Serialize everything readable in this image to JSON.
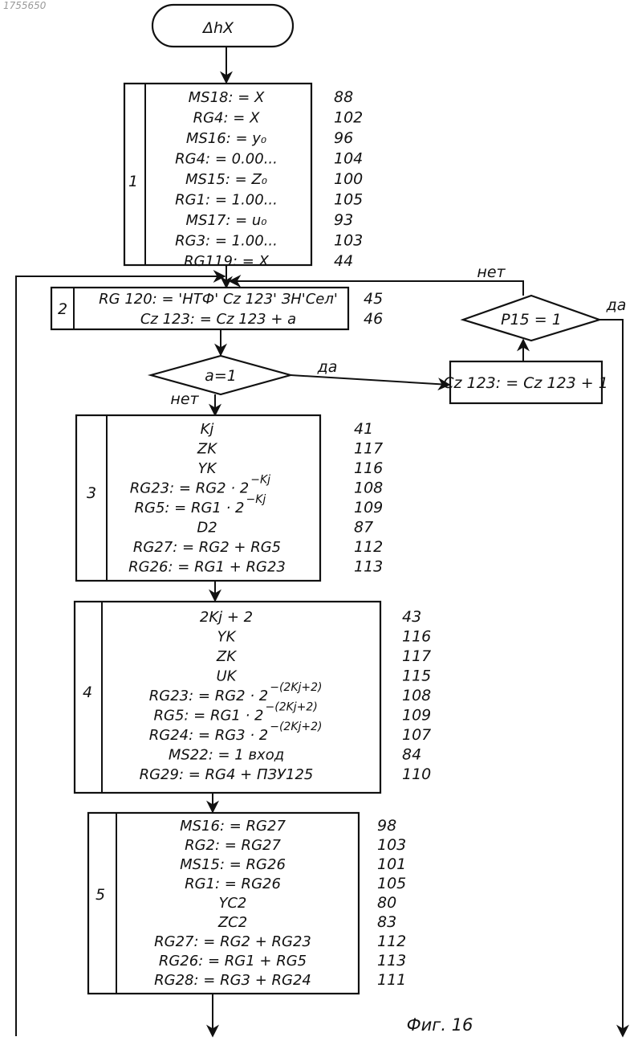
{
  "header_fragment": "1755650",
  "start": "ΔhX",
  "blocks": {
    "b1": {
      "number": "1",
      "lines": [
        "MS18: = X",
        "RG4: = X",
        "MS16: = y₀",
        "RG4: = 0.00...",
        "MS15: = Z₀",
        "RG1: = 1.00...",
        "MS17: = u₀",
        "RG3: = 1.00...",
        "RG119: = X"
      ],
      "refs": [
        "88",
        "102",
        "96",
        "104",
        "100",
        "105",
        "93",
        "103",
        "44"
      ]
    },
    "b2": {
      "number": "2",
      "lines": [
        "RG 120: = 'НТФ' Cz 123' ЗН'Сел'",
        "Cz 123: = Cz 123 + a"
      ],
      "refs": [
        "45",
        "46"
      ]
    },
    "b3": {
      "number": "3",
      "lines": [
        "Kj",
        "ZK",
        "YK",
        "RG23: = RG2 · 2",
        "RG5: = RG1 · 2",
        "D2",
        "RG27: = RG2 + RG5",
        "RG26: = RG1 + RG23"
      ],
      "exps": [
        "−Kj",
        "−Kj"
      ],
      "refs": [
        "41",
        "117",
        "116",
        "108",
        "109",
        "87",
        "112",
        "113"
      ]
    },
    "b4": {
      "number": "4",
      "lines": [
        "2Kj + 2",
        "YK",
        "ZK",
        "UK",
        "RG23: = RG2 · 2",
        "RG5: = RG1 · 2",
        "RG24: = RG3 · 2",
        "MS22: = 1 вход",
        "RG29: = RG4 + ПЗУ125"
      ],
      "exps": [
        "−(2Kj+2)",
        "−(2Kj+2)",
        "−(2Kj+2)"
      ],
      "refs": [
        "43",
        "116",
        "117",
        "115",
        "108",
        "109",
        "107",
        "84",
        "110"
      ]
    },
    "b5": {
      "number": "5",
      "lines": [
        "MS16: = RG27",
        "RG2: = RG27",
        "MS15: = RG26",
        "RG1: = RG26",
        "YC2",
        "ZC2",
        "RG27: = RG2 + RG23",
        "RG26: = RG1 + RG5",
        "RG28: = RG3 + RG24"
      ],
      "refs": [
        "98",
        "103",
        "101",
        "105",
        "80",
        "83",
        "112",
        "113",
        "111"
      ]
    }
  },
  "decisions": {
    "a": {
      "text": "a=1",
      "yes": "да",
      "no": "нет"
    },
    "p15": {
      "text": "P15 = 1",
      "yes": "да",
      "no": "нет"
    }
  },
  "cz_box": "Cz 123: = Cz 123 + 1",
  "caption": "Фиг. 16"
}
